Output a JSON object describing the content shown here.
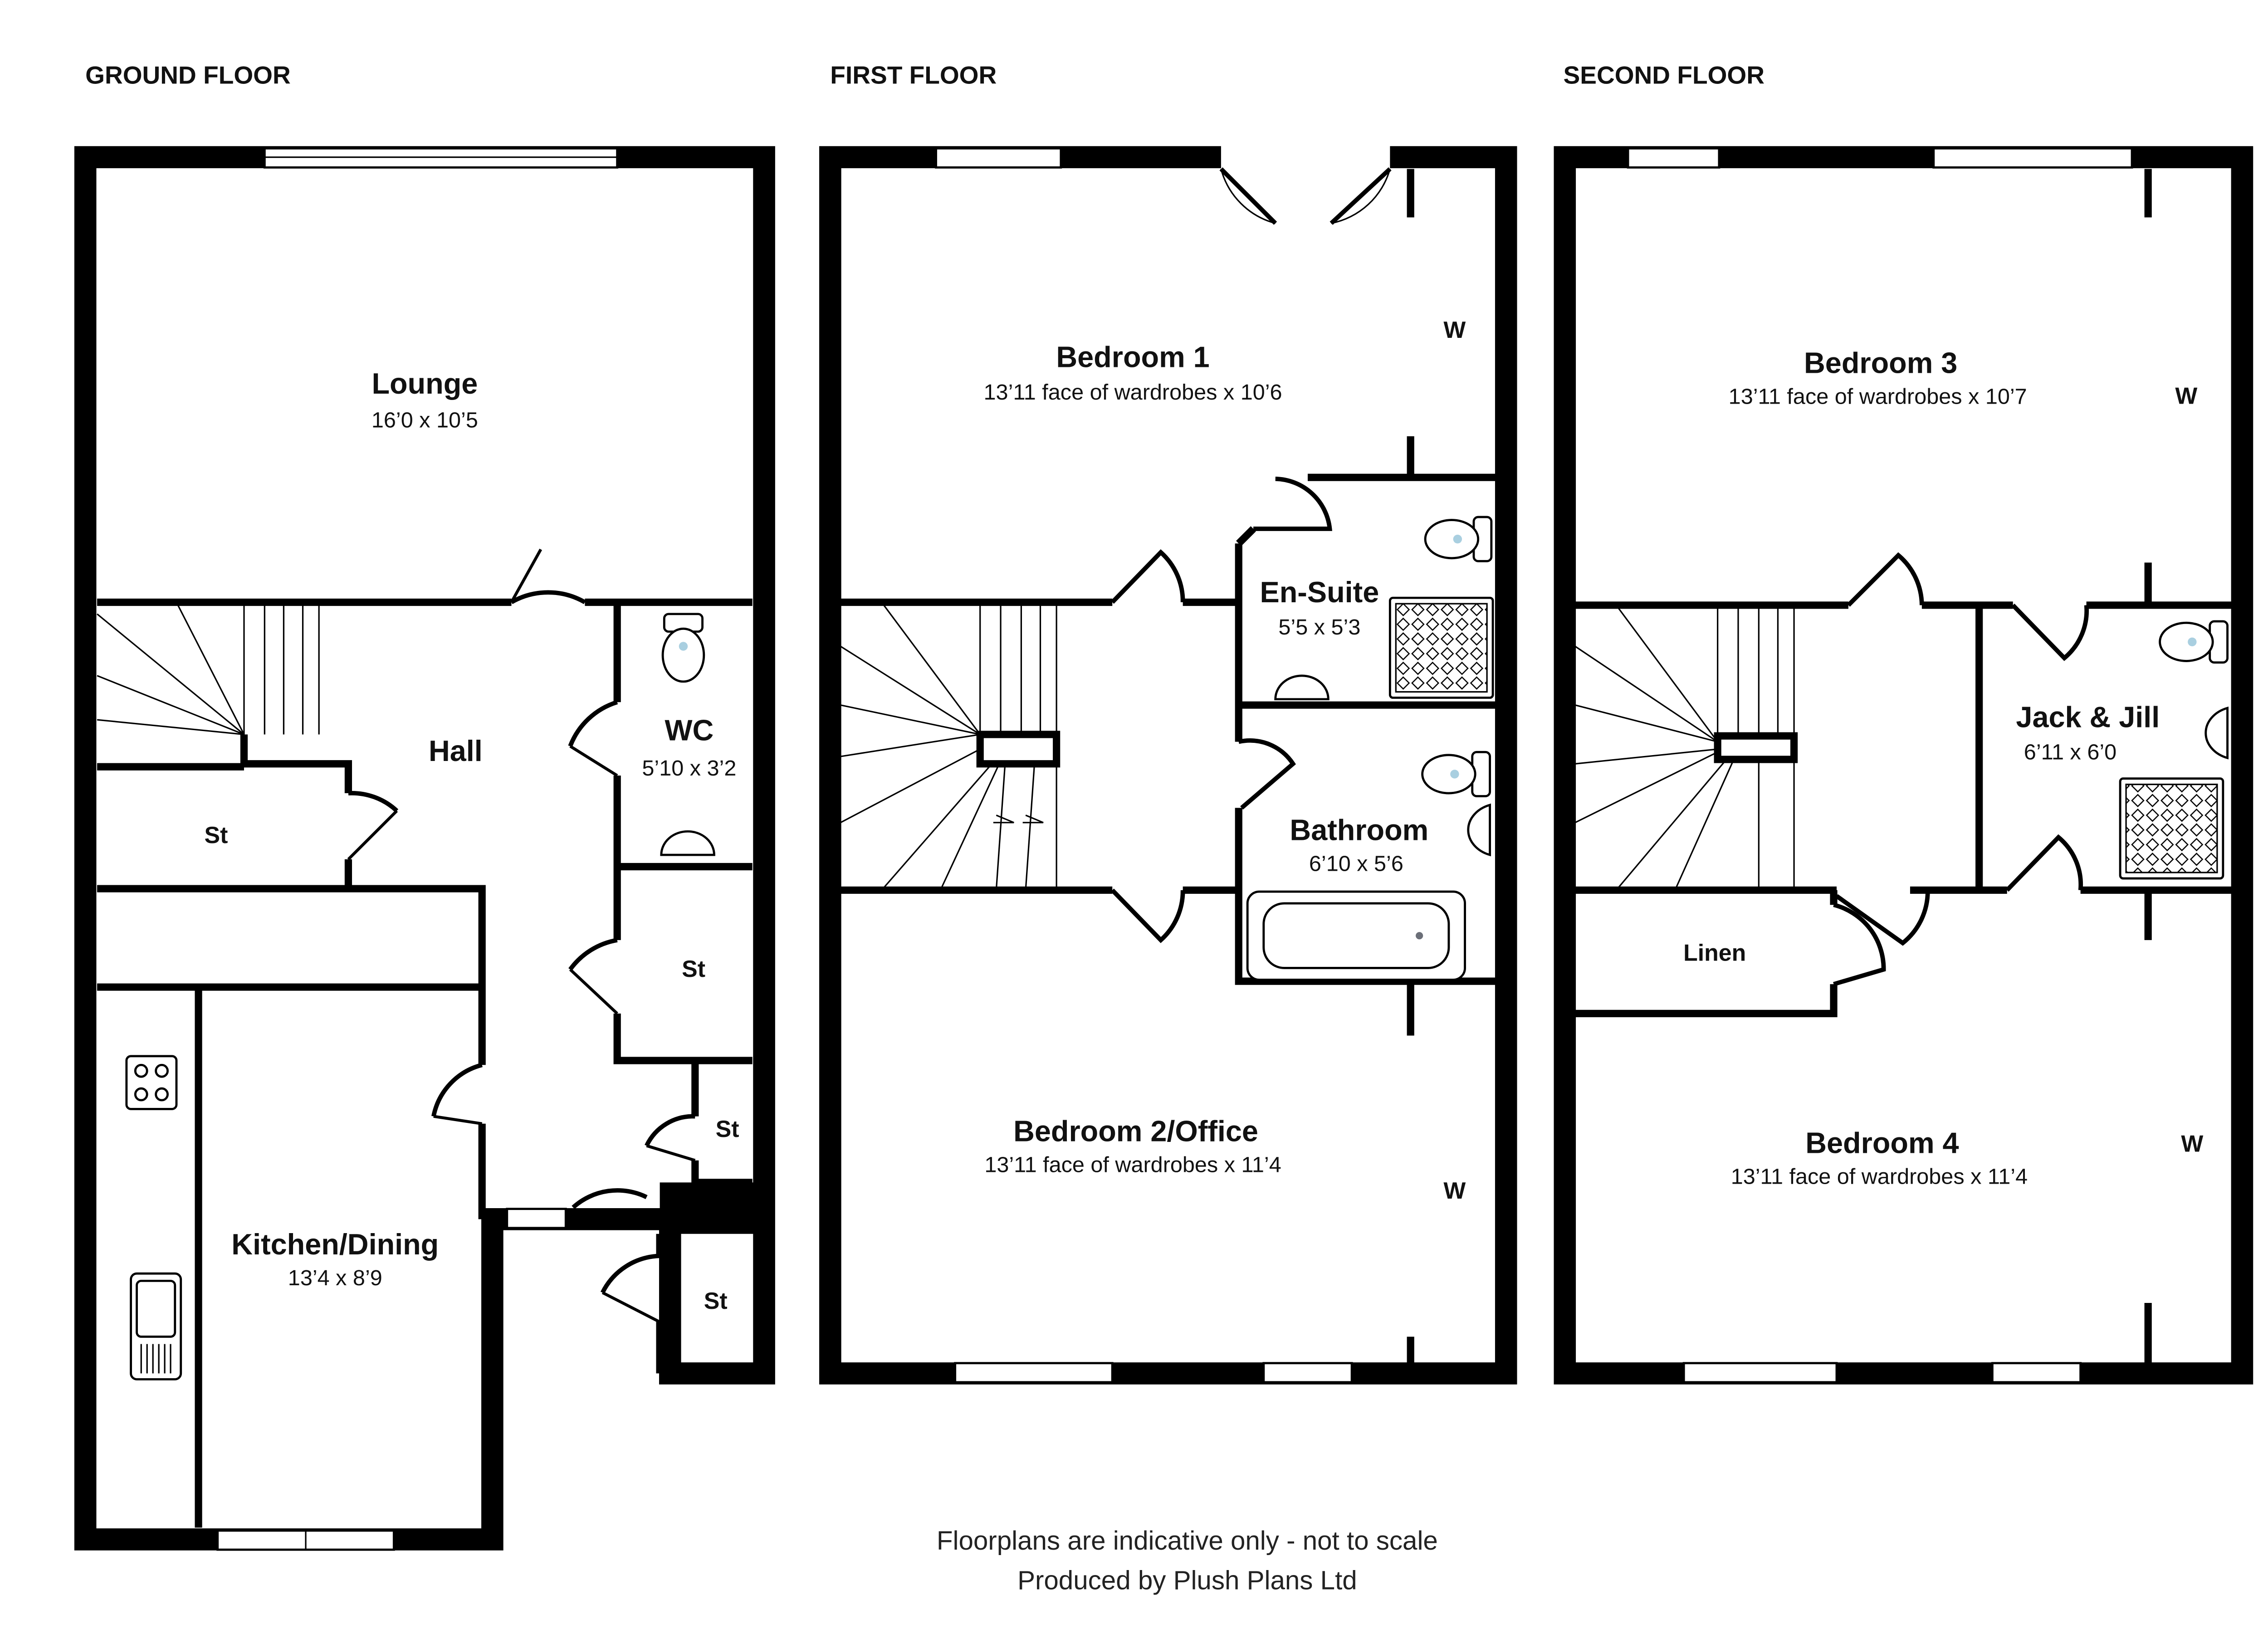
{
  "floors": [
    {
      "heading": "GROUND FLOOR",
      "rooms": [
        {
          "name": "Lounge",
          "dims": "16’0 x 10’5"
        },
        {
          "name": "Hall"
        },
        {
          "name": "WC",
          "dims": "5’10 x 3’2"
        },
        {
          "name": "Kitchen/Dining",
          "dims": "13’4 x 8’9"
        }
      ],
      "stores": [
        "St",
        "St",
        "St",
        "St"
      ]
    },
    {
      "heading": "FIRST FLOOR",
      "rooms": [
        {
          "name": "Bedroom 1",
          "dims": "13’11 face of wardrobes x 10’6"
        },
        {
          "name": "En-Suite",
          "dims": "5’5 x 5’3"
        },
        {
          "name": "Bathroom",
          "dims": "6’10 x 5’6"
        },
        {
          "name": "Bedroom 2/Office",
          "dims": "13’11 face of wardrobes x 11’4"
        }
      ],
      "wardrobes": [
        "W",
        "W"
      ]
    },
    {
      "heading": "SECOND FLOOR",
      "rooms": [
        {
          "name": "Bedroom 3",
          "dims": "13’11 face of wardrobes x 10’7"
        },
        {
          "name": "Jack & Jill",
          "dims": "6’11 x 6’0"
        },
        {
          "name": "Linen"
        },
        {
          "name": "Bedroom 4",
          "dims": "13’11 face of wardrobes x 11’4"
        }
      ],
      "wardrobes": [
        "W",
        "W"
      ]
    }
  ],
  "footer": {
    "disclaimer": "Floorplans are indicative only - not to scale",
    "producer": "Produced by Plush Plans Ltd"
  },
  "colors": {
    "wall": "#000000",
    "fixture_water": "#a9cfe0",
    "fixture_tap": "#6b6f78"
  }
}
